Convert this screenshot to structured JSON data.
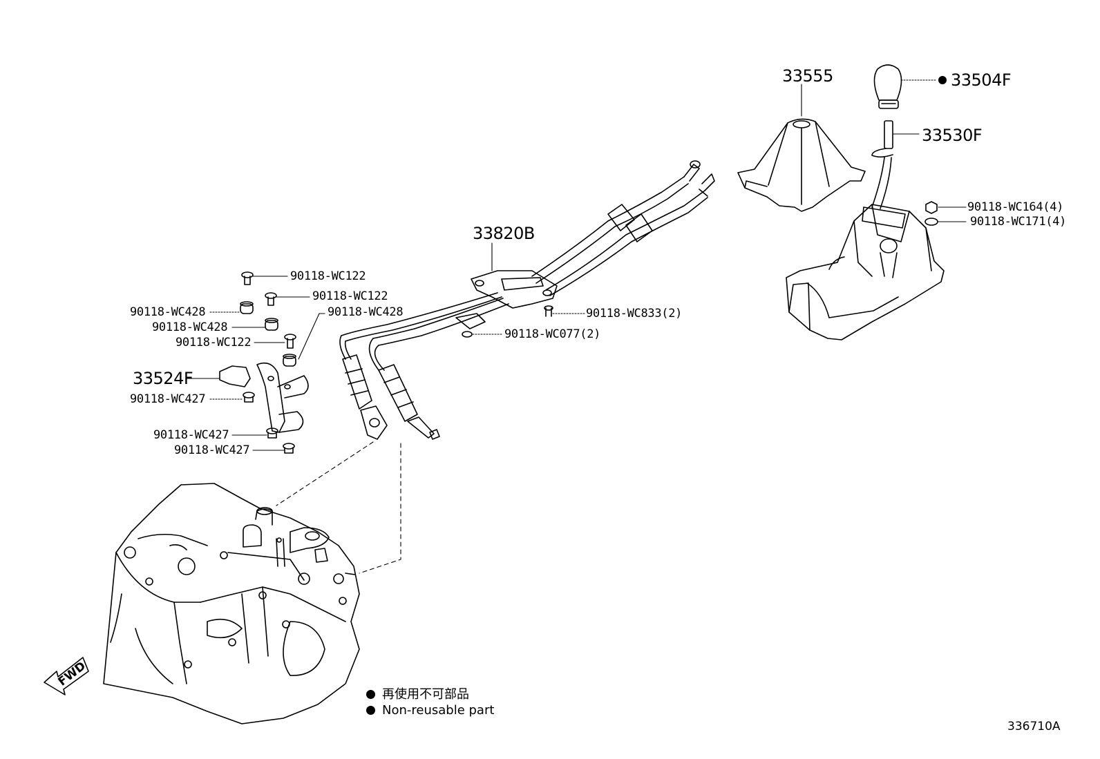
{
  "parts": {
    "p33555": "33555",
    "p33504F": "33504F",
    "p33530F": "33530F",
    "p33820B": "33820B",
    "p33524F": "33524F",
    "wc164": "90118-WC164(4)",
    "wc171": "90118-WC171(4)",
    "wc833": "90118-WC833(2)",
    "wc077": "90118-WC077(2)",
    "wc122_a": "90118-WC122",
    "wc122_b": "90118-WC122",
    "wc122_c": "90118-WC122",
    "wc428_a": "90118-WC428",
    "wc428_b": "90118-WC428",
    "wc428_c": "90118-WC428",
    "wc427_a": "90118-WC427",
    "wc427_b": "90118-WC427",
    "wc427_c": "90118-WC427"
  },
  "legend": {
    "line_ja": "再使用不可部品",
    "line_en": "Non-reusable part"
  },
  "direction_label": "FWD",
  "figure_code": "336710A",
  "non_reusable_marker_color": "#000000"
}
